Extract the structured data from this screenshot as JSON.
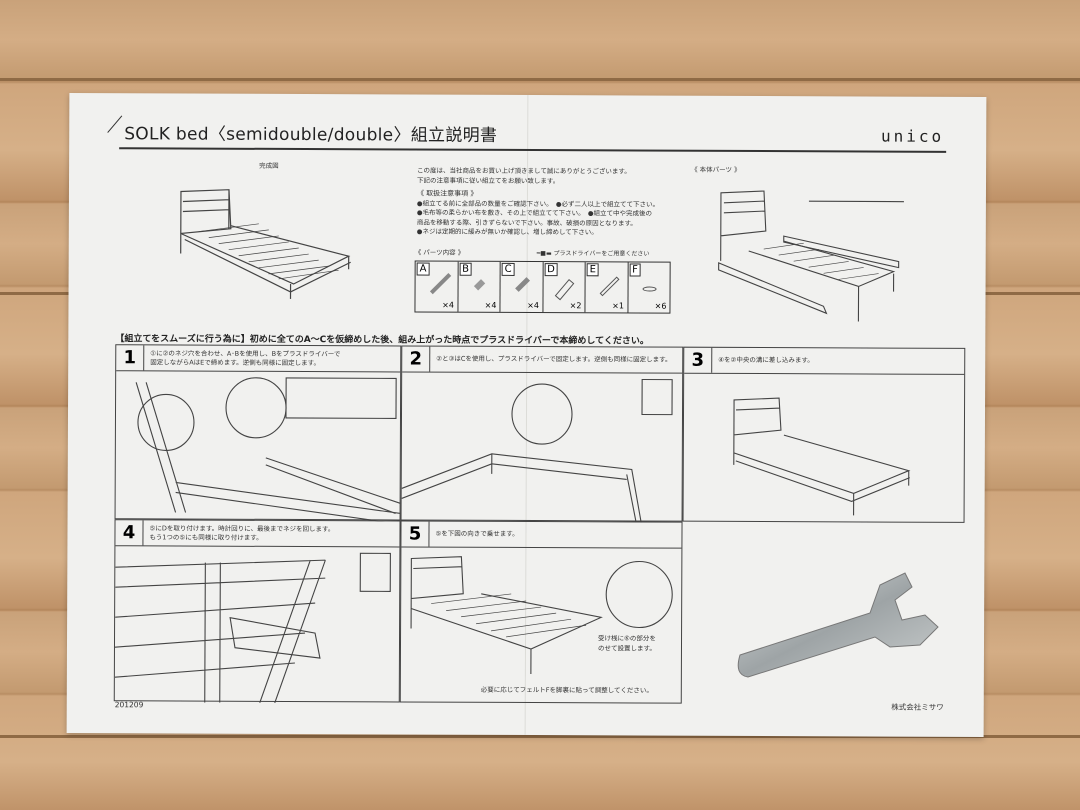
{
  "document": {
    "title": "SOLK bed〈semidouble/double〉組立説明書",
    "brand": "unico",
    "completed_label": "完成図",
    "intro": [
      "この度は、当社商品をお買い上げ頂きまして誠にありがとうございます。",
      "下記の注意事項に従い組立てをお願い致します。"
    ],
    "caution_title": "《 取扱注意事項 》",
    "cautions": [
      "●組立てる前に全部品の数量をご確認下さい。　●必ず二人以上で組立てて下さい。",
      "●毛布等の柔らかい布を敷き、その上で組立てて下さい。　●組立て中や完成後の",
      "商品を移動する際、引きずらないで下さい。事故、破損の原因となります。",
      "●ネジは定期的に緩みが無いか確認し、増し締めして下さい。"
    ],
    "parts_title": "《 パーツ内容 》",
    "screwdriver_note": "プラスドライバーをご用意ください",
    "parts": [
      {
        "letter": "A",
        "qty": "×4"
      },
      {
        "letter": "B",
        "qty": "×4"
      },
      {
        "letter": "C",
        "qty": "×4"
      },
      {
        "letter": "D",
        "qty": "×2"
      },
      {
        "letter": "E",
        "qty": "×1"
      },
      {
        "letter": "F",
        "qty": "×6"
      }
    ],
    "body_parts_label": "《 本体パーツ 》",
    "heading": "【組立てをスムーズに行う為に】初めに全てのA～Cを仮締めした後、組み上がった時点でプラスドライバーで本締めしてください。",
    "steps": [
      {
        "num": "1",
        "text": [
          "①に②のネジ穴を合わせ、A･Bを使用し、Bをプラスドライバーで",
          "固定しながらAはEで締めます。逆側も同様に固定します。"
        ]
      },
      {
        "num": "2",
        "text": [
          "②と③はCを使用し、プラスドライバーで固定します。逆側も同様に固定します。"
        ]
      },
      {
        "num": "3",
        "text": [
          "④を②中央の溝に差し込みます。"
        ]
      },
      {
        "num": "4",
        "text": [
          "⑤にDを取り付けます。時計回りに、最後までネジを回します。",
          "もう1つの⑤にも同様に取り付けます。"
        ]
      },
      {
        "num": "5",
        "text": [
          "⑤を下図の向きで乗せます。"
        ]
      }
    ],
    "step5_note": [
      "受け桟に⑥の部分を",
      "のせて設置します。"
    ],
    "felt_note": "必要に応じてフェルトFを脚裏に貼って調整してください。",
    "footer_code": "201209",
    "footer_company": "株式会社ミサワ"
  }
}
